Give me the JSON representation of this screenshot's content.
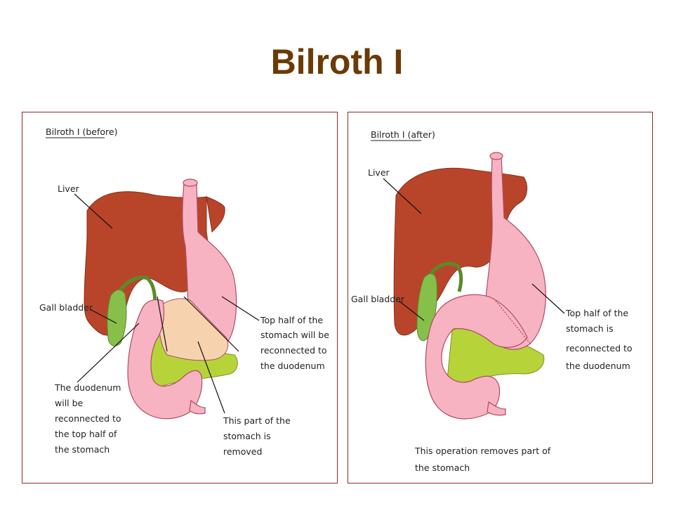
{
  "title": "Bilroth I",
  "panels": {
    "before": {
      "title": "Bilroth I (before)",
      "labels": {
        "liver": "Liver",
        "gall_bladder": "Gall bladder",
        "top_half_1": "Top half of the",
        "top_half_2": "stomach will be",
        "top_half_3": "reconnected to",
        "top_half_4": "the duodenum",
        "duodenum_1": "The duodenum",
        "duodenum_2": "will be",
        "duodenum_3": "reconnected to",
        "duodenum_4": "the top half of",
        "duodenum_5": "the stomach",
        "removed_1": "This part of the",
        "removed_2": "stomach is",
        "removed_3": "removed"
      }
    },
    "after": {
      "title": "Bilroth I (after)",
      "labels": {
        "liver": "Liver",
        "gall_bladder": "Gall bladder",
        "top_half_1": "Top half of the",
        "top_half_2": "stomach is",
        "top_half_3": "reconnected to",
        "top_half_4": "the duodenum",
        "operation_1": "This operation removes part of",
        "operation_2": "the stomach"
      }
    }
  },
  "colors": {
    "title": "#6b3a05",
    "liver": "#b8452a",
    "stomach": "#f7b3c2",
    "pancreas": "#b7d33a",
    "gall_bladder": "#86bf4a",
    "removed_part": "#f6d3ae",
    "panel_border": "#8a2a2a"
  }
}
